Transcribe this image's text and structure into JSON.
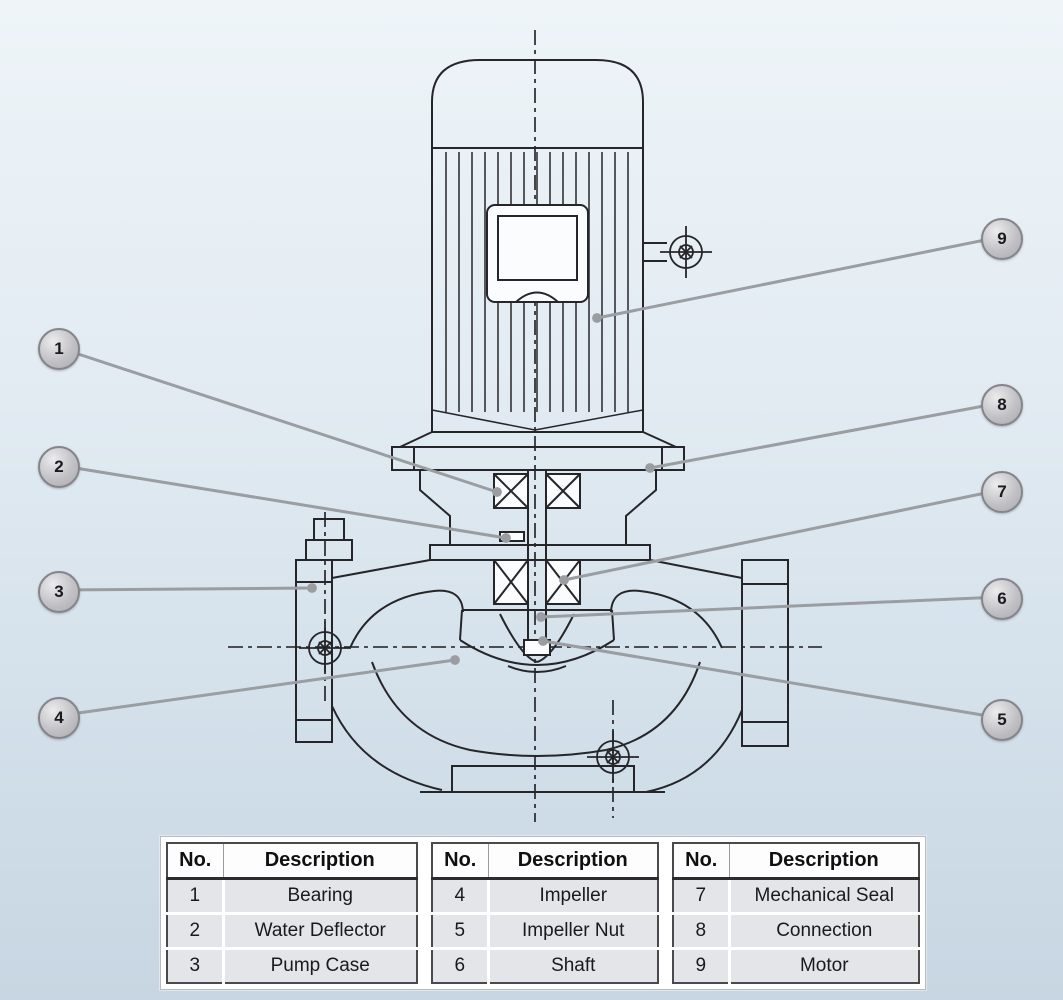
{
  "callouts": [
    {
      "num": "1"
    },
    {
      "num": "2"
    },
    {
      "num": "3"
    },
    {
      "num": "4"
    },
    {
      "num": "5"
    },
    {
      "num": "6"
    },
    {
      "num": "7"
    },
    {
      "num": "8"
    },
    {
      "num": "9"
    }
  ],
  "table": {
    "groups": [
      {
        "no_header": "No.",
        "desc_header": "Description",
        "rows": [
          {
            "no": "1",
            "desc": "Bearing"
          },
          {
            "no": "2",
            "desc": "Water Deflector"
          },
          {
            "no": "3",
            "desc": "Pump Case"
          }
        ]
      },
      {
        "no_header": "No.",
        "desc_header": "Description",
        "rows": [
          {
            "no": "4",
            "desc": "Impeller"
          },
          {
            "no": "5",
            "desc": "Impeller Nut"
          },
          {
            "no": "6",
            "desc": "Shaft"
          }
        ]
      },
      {
        "no_header": "No.",
        "desc_header": "Description",
        "rows": [
          {
            "no": "7",
            "desc": "Mechanical Seal"
          },
          {
            "no": "8",
            "desc": "Connection"
          },
          {
            "no": "9",
            "desc": "Motor"
          }
        ]
      }
    ]
  }
}
